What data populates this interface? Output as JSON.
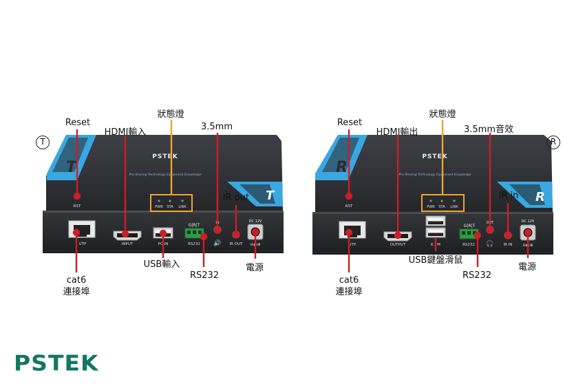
{
  "badges": {
    "transmitter": "T",
    "receiver": "R"
  },
  "brand": {
    "logo": "PSTEK",
    "device_brand": "PSTEK",
    "slogan": "Pro-Sharing Technology Equipment Knowledge",
    "accent_color": "#3aa7e0",
    "logo_color": "#12785f",
    "callout_color": "#d01c25",
    "led_box_color": "#f0a431"
  },
  "transmitter": {
    "callouts": {
      "status_led": "狀態燈",
      "reset": "Reset",
      "hdmi": "HDMI輸入",
      "audio": "3.5mm",
      "ir": "IR out",
      "usb": "USB輸入",
      "rs232": "RS232",
      "power": "電源",
      "cat6_line1": "cat6",
      "cat6_line2": "連接埠"
    },
    "panel": {
      "rst": "RST",
      "pwr": "PWR",
      "sta": "STA",
      "link": "LINK",
      "utp": "UTP",
      "input": "INPUT",
      "pc_in": "PC IN",
      "grt": "G|R|T",
      "rs232": "RS232",
      "in": "IN",
      "ir_out": "IR OUT",
      "dc12v": "DC 12V",
      "polarity": "⊖◐⊕",
      "speaker": "🔊",
      "side_letter": "T"
    }
  },
  "receiver": {
    "callouts": {
      "status_led": "狀態燈",
      "reset": "Reset",
      "hdmi": "HDMI輸出",
      "audio": "3.5mm音效",
      "ir": "IR in",
      "usb": "USB鍵盤滑鼠",
      "rs232": "RS232",
      "power": "電源",
      "cat6_line1": "cat6",
      "cat6_line2": "連接埠"
    },
    "panel": {
      "rst": "RST",
      "pwr": "PWR",
      "sta": "STA",
      "link": "LINK",
      "utp": "UTP",
      "output": "OUTPUT",
      "km": "K / M",
      "grt": "G|R|T",
      "rs232": "RS232",
      "out": "OUT",
      "headphone": "🎧",
      "ir_in": "IR IN",
      "dc12v": "DC 12V",
      "polarity": "⊖◐⊕",
      "side_letter": "R"
    }
  }
}
